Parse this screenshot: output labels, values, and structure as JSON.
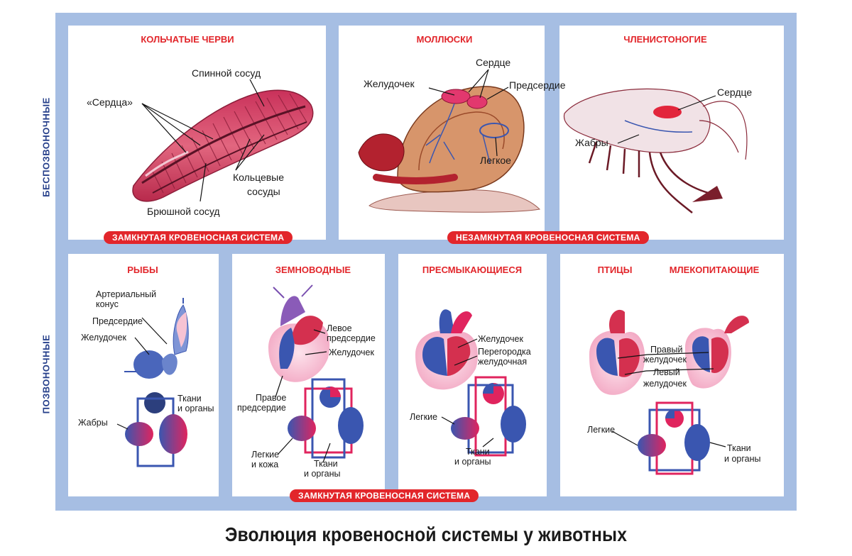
{
  "title": "Эволюция кровеносной системы у животных",
  "side_labels": {
    "invertebrates": "БЕСПОЗВОНОЧНЫЕ",
    "vertebrates": "ПОЗВОНОЧНЫЕ"
  },
  "banners": {
    "closed_top": "ЗАМКНУТАЯ КРОВЕНОСНАЯ СИСТЕМА",
    "open_top": "НЕЗАМКНУТАЯ КРОВЕНОСНАЯ СИСТЕМА",
    "closed_bottom": "ЗАМКНУТАЯ КРОВЕНОСНАЯ СИСТЕМА"
  },
  "panels": {
    "worms": {
      "title": "КОЛЬЧАТЫЕ ЧЕРВИ",
      "labels": {
        "dorsal": "Спинной сосуд",
        "hearts": "«Сердца»",
        "ring_1": "Кольцевые",
        "ring_2": "сосуды",
        "ventral": "Брюшной сосуд"
      }
    },
    "mollusks": {
      "title": "МОЛЛЮСКИ",
      "labels": {
        "heart": "Сердце",
        "ventricle": "Желудочек",
        "atrium": "Предсердие",
        "lung": "Легкое"
      }
    },
    "arthropods": {
      "title": "ЧЛЕНИСТОНОГИЕ",
      "labels": {
        "heart": "Сердце",
        "gills": "Жабры"
      }
    },
    "fish": {
      "title": "РЫБЫ",
      "labels": {
        "cone_1": "Артериальный",
        "cone_2": "конус",
        "atrium": "Предсердие",
        "ventricle": "Желудочек",
        "gills": "Жабры",
        "tissues_1": "Ткани",
        "tissues_2": "и органы"
      }
    },
    "amphibians": {
      "title": "ЗЕМНОВОДНЫЕ",
      "labels": {
        "left_atrium_1": "Левое",
        "left_atrium_2": "предсердие",
        "ventricle": "Желудочек",
        "right_atrium_1": "Правое",
        "right_atrium_2": "предсердие",
        "lungs_1": "Легкие",
        "lungs_2": "и кожа",
        "tissues_1": "Ткани",
        "tissues_2": "и органы"
      }
    },
    "reptiles": {
      "title": "ПРЕСМЫКАЮЩИЕСЯ",
      "labels": {
        "ventricle": "Желудочек",
        "septum_1": "Перегородка",
        "septum_2": "желудочная",
        "lungs": "Легкие",
        "tissues_1": "Ткани",
        "tissues_2": "и органы"
      }
    },
    "birds_mammals": {
      "title_birds": "ПТИЦЫ",
      "title_mammals": "МЛЕКОПИТАЮЩИЕ",
      "labels": {
        "right_v_1": "Правый",
        "right_v_2": "желудочек",
        "left_v_1": "Левый",
        "left_v_2": "желудочек",
        "lungs": "Легкие",
        "tissues_1": "Ткани",
        "tissues_2": "и органы"
      }
    }
  },
  "colors": {
    "frame": "#a6bee3",
    "accent_red": "#e2262b",
    "side_text": "#27408b",
    "arterial": "#e0245e",
    "venous": "#3a56b0"
  }
}
